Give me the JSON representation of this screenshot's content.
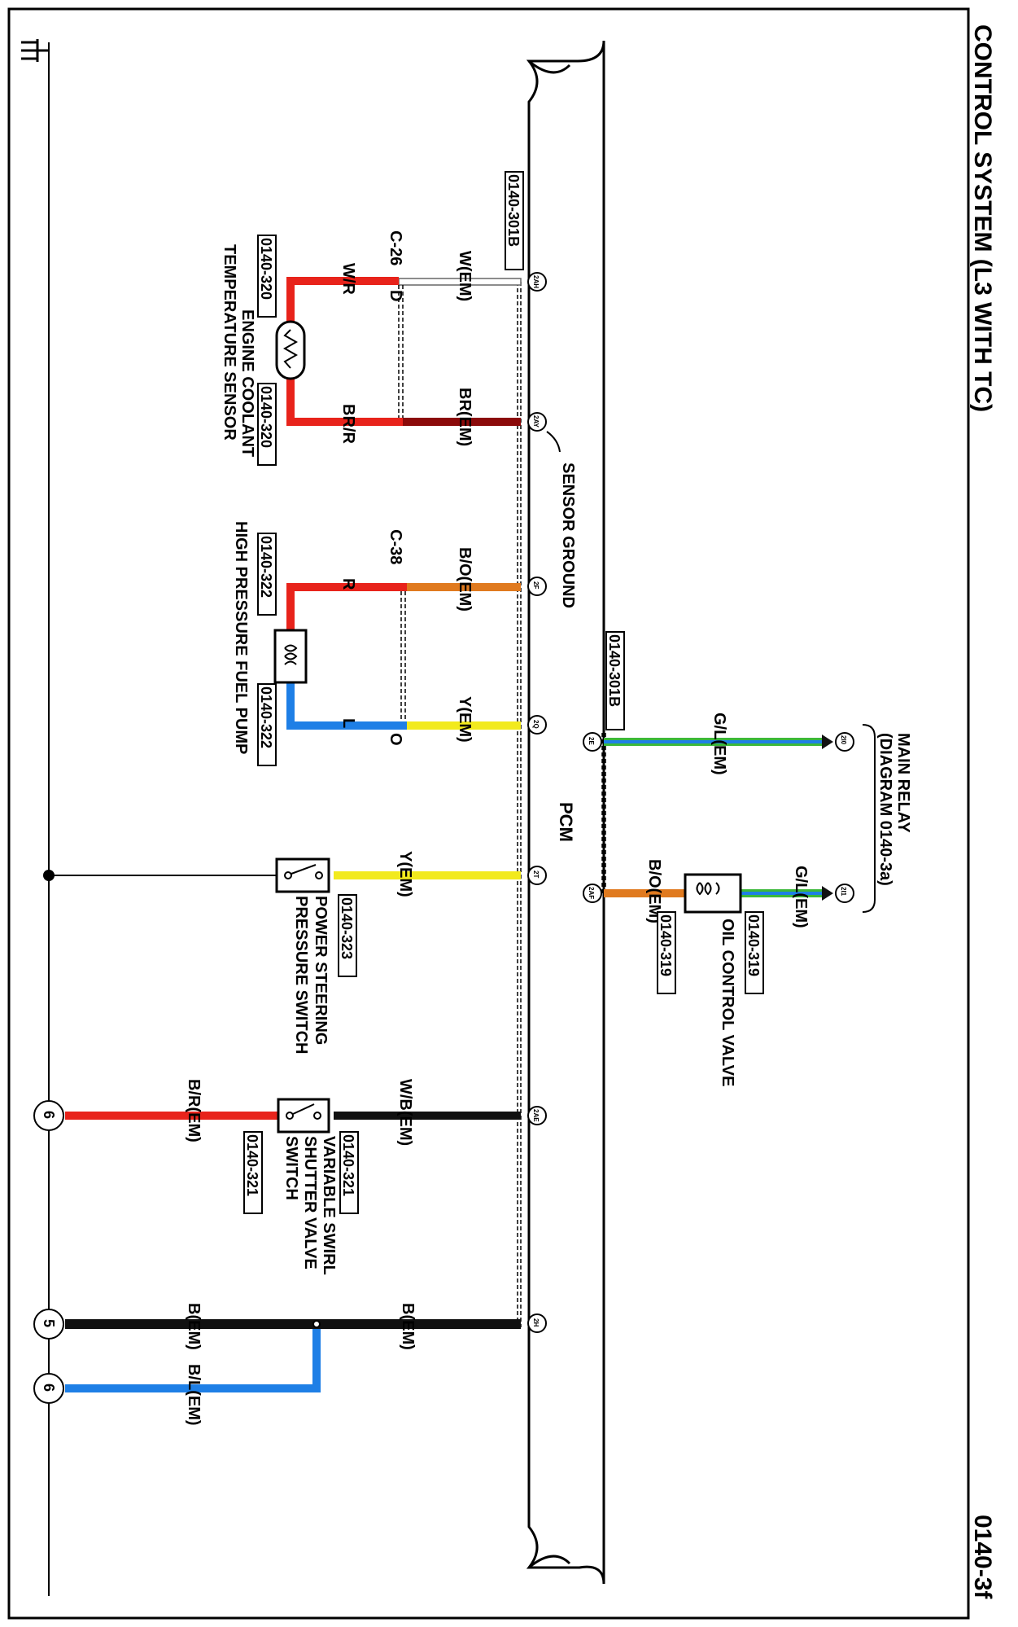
{
  "title": "CONTROL SYSTEM (L3 WITH TC)",
  "page_id": "0140-3f",
  "pcm_label": "PCM",
  "sensor_ground_label": "SENSOR GROUND",
  "pcm_connector_1": "0140-301B",
  "pcm_connector_2": "0140-301B",
  "main_relay": {
    "line1": "MAIN RELAY",
    "line2": "(DIAGRAM 0140-3a)",
    "conn1": "2I0",
    "conn2": "2I1"
  },
  "pins": {
    "p2AH": "2AH",
    "p2AY": "2AY",
    "p2F": "2F",
    "p2Q": "2Q",
    "p2T": "2T",
    "p2AE": "2AE",
    "p2H": "2H",
    "p2E": "2E",
    "p2AF": "2AF"
  },
  "wires": {
    "w_em": "W(EM)",
    "br_em": "BR(EM)",
    "w_r": "W/R",
    "br_r": "BR/R",
    "b_o_em": "B/O(EM)",
    "y_em_1": "Y(EM)",
    "r": "R",
    "l": "L",
    "y_em_2": "Y(EM)",
    "w_b_em": "W/B(EM)",
    "b_r_em": "B/R(EM)",
    "b_em_1": "B(EM)",
    "b_em_2": "B(EM)",
    "b_l_em": "B/L(EM)",
    "g_l_em_1": "G/L(EM)",
    "g_l_em_2": "G/L(EM)",
    "b_o_em_2": "B/O(EM)"
  },
  "joints": {
    "c26": "C-26",
    "c26_pin": "D",
    "c38": "C-38",
    "c38_pin": "O"
  },
  "ect_sensor": {
    "line1": "ENGINE COOLANT",
    "line2": "TEMPERATURE SENSOR",
    "conn_a": "0140-320",
    "conn_b": "0140-320"
  },
  "fuel_pump": {
    "line1": "HIGH PRESSURE FUEL PUMP",
    "conn_a": "0140-322",
    "conn_b": "0140-322"
  },
  "ps_switch": {
    "line1": "POWER STEERING",
    "line2": "PRESSURE SWITCH",
    "conn": "0140-323"
  },
  "vss_switch": {
    "line1": "VARIABLE SWIRL",
    "line2": "SHUTTER VALVE",
    "line3": "SWITCH",
    "conn_a": "0140-321",
    "conn_b": "0140-321"
  },
  "oil_valve": {
    "line1": "OIL CONTROL VALVE",
    "conn_a": "0140-319",
    "conn_b": "0140-319"
  },
  "grounds": {
    "g1": "6",
    "g2": "5",
    "g3": "6"
  },
  "colors": {
    "red": "#e8231b",
    "darkred": "#8b0a0a",
    "orange": "#e07a1f",
    "yellow": "#f2ea1d",
    "blue": "#1e7fe6",
    "green": "#3cb83a",
    "black": "#111111",
    "white": "#ffffff"
  }
}
